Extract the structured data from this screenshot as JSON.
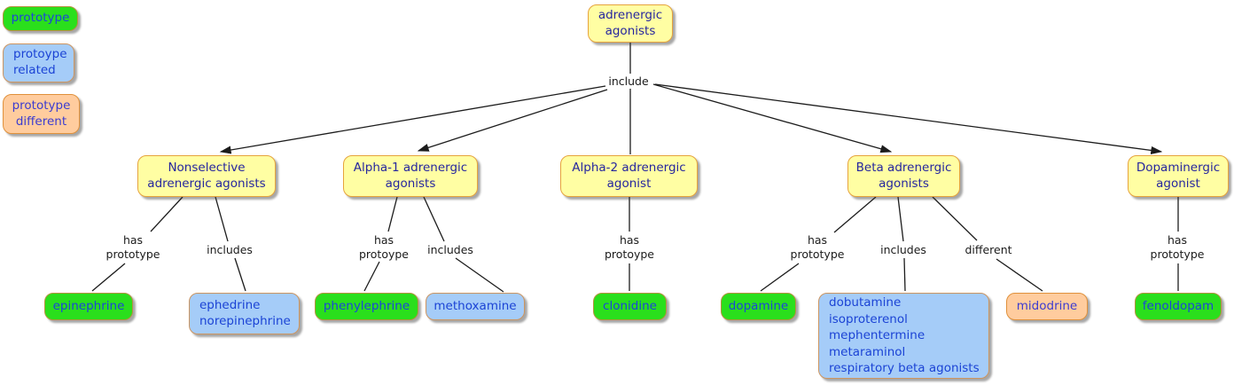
{
  "colors": {
    "concept_yellow": "#FFFEA3",
    "prototype_green": "#2ADF1C",
    "related_blue": "#A5CCF8",
    "different_orange": "#FFCC9E",
    "border_orange": "#E6A33C",
    "text_navy": "#26269E",
    "text_blue": "#1B46D8",
    "line_black": "#1C1C1C"
  },
  "legend": {
    "items": [
      {
        "label": "prototype",
        "type": "prototype"
      },
      {
        "label": "protoype\nrelated",
        "type": "related"
      },
      {
        "label": "prototype\ndifferent",
        "type": "different"
      }
    ]
  },
  "root": {
    "label": "adrenergic\nagonists"
  },
  "root_link": {
    "label": "include"
  },
  "branches": [
    {
      "category": "Nonselective\nadrenergic agonists",
      "links": [
        {
          "label": "has\nprototype",
          "target": "epinephrine",
          "type": "prototype"
        },
        {
          "label": "includes",
          "target": "ephedrine\nnorepinephrine",
          "type": "related"
        }
      ]
    },
    {
      "category": "Alpha-1 adrenergic\nagonists",
      "links": [
        {
          "label": "has\nprotoype",
          "target": "phenylephrine",
          "type": "prototype"
        },
        {
          "label": "includes",
          "target": "methoxamine",
          "type": "related"
        }
      ]
    },
    {
      "category": "Alpha-2 adrenergic\nagonist",
      "links": [
        {
          "label": "has\nprotoype",
          "target": "clonidine",
          "type": "prototype"
        }
      ]
    },
    {
      "category": "Beta adrenergic\nagonists",
      "links": [
        {
          "label": "has\nprototype",
          "target": "dopamine",
          "type": "prototype"
        },
        {
          "label": "includes",
          "target": "dobutamine\nisoproterenol\nmephentermine\nmetaraminol\nrespiratory beta agonists",
          "type": "related"
        },
        {
          "label": "different",
          "target": "midodrine",
          "type": "different"
        }
      ]
    },
    {
      "category": "Dopaminergic\nagonist",
      "links": [
        {
          "label": "has\nprototype",
          "target": "fenoldopam",
          "type": "prototype"
        }
      ]
    }
  ]
}
